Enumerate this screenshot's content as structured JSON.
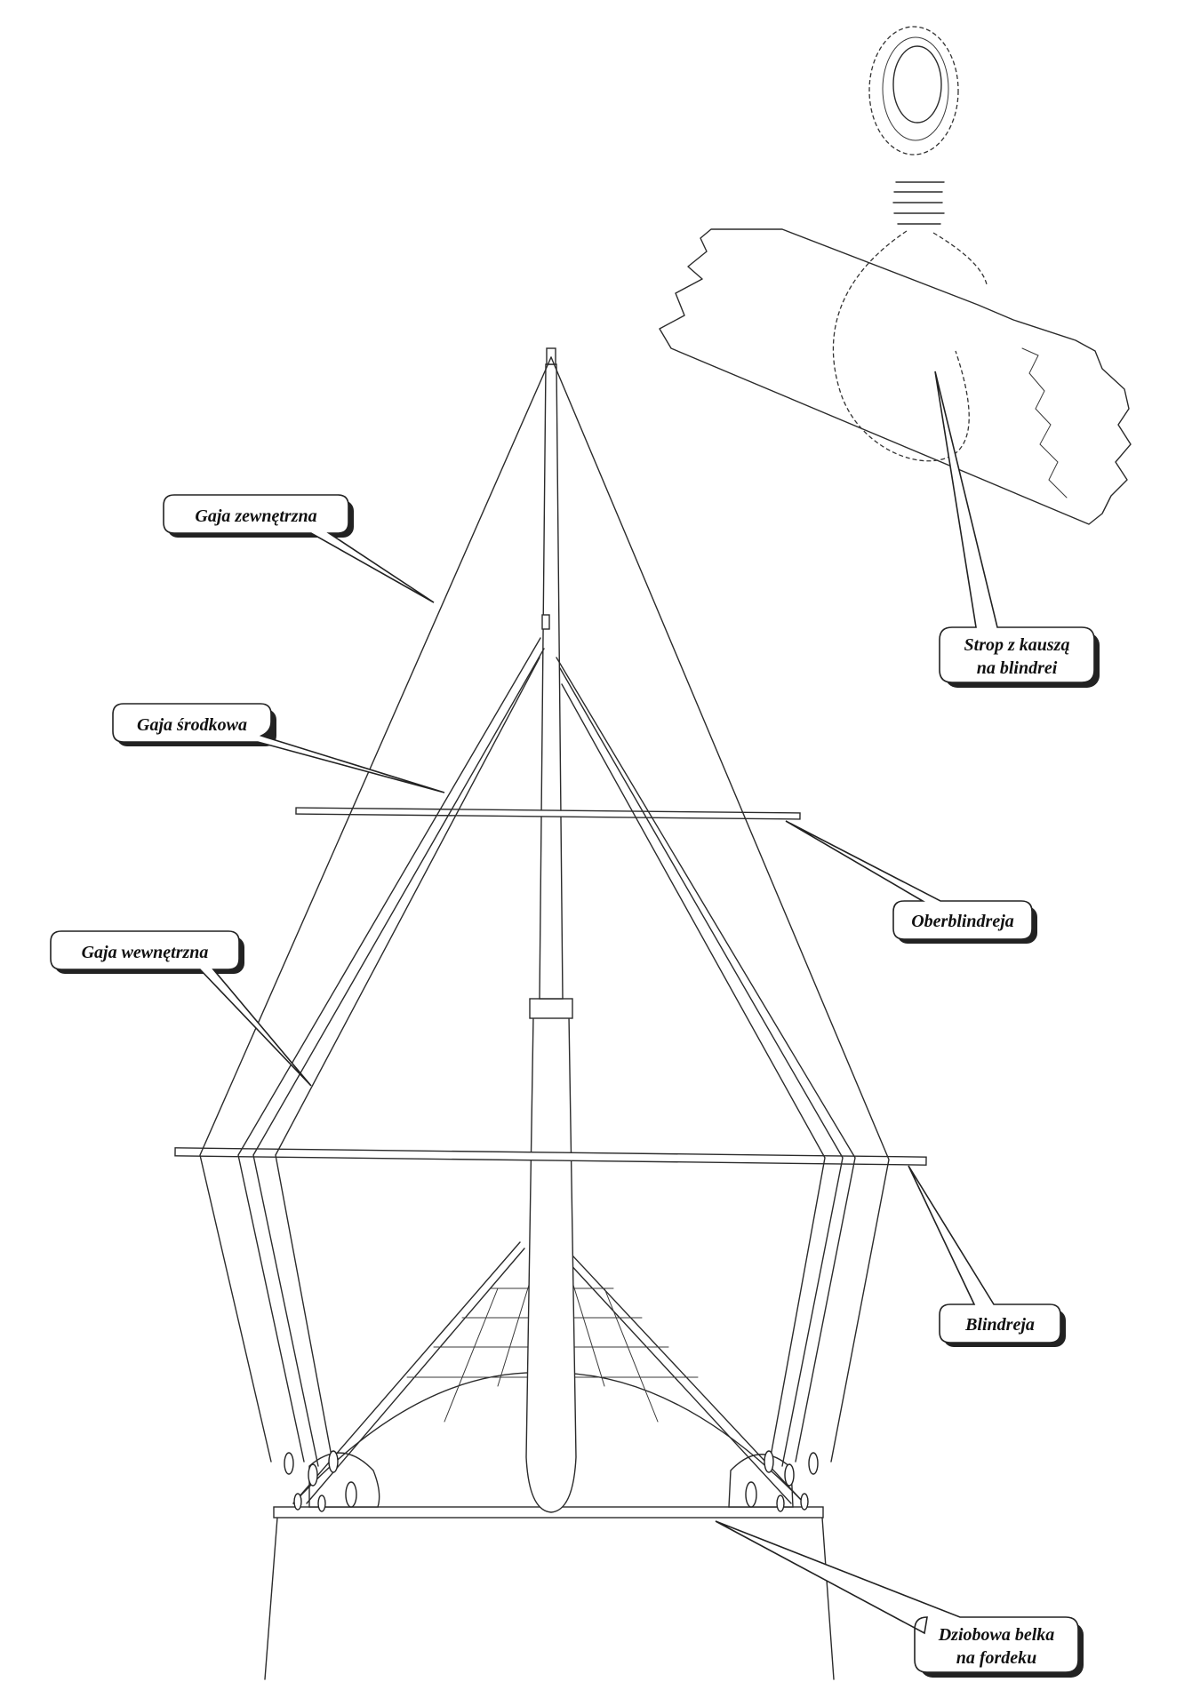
{
  "labels": {
    "gaja_zewnetrzna": "Gaja  zewnętrzna",
    "gaja_srodkowa": "Gaja  środkowa",
    "gaja_wewnetrzna": "Gaja  wewnętrzna",
    "oberblindreja": "Oberblindreja",
    "blindreja": "Blindreja",
    "strop_line1": "Strop z kauszą",
    "strop_line2": "na blindrei",
    "belka_line1": "Dziobowa belka",
    "belka_line2": "na fordeku"
  }
}
